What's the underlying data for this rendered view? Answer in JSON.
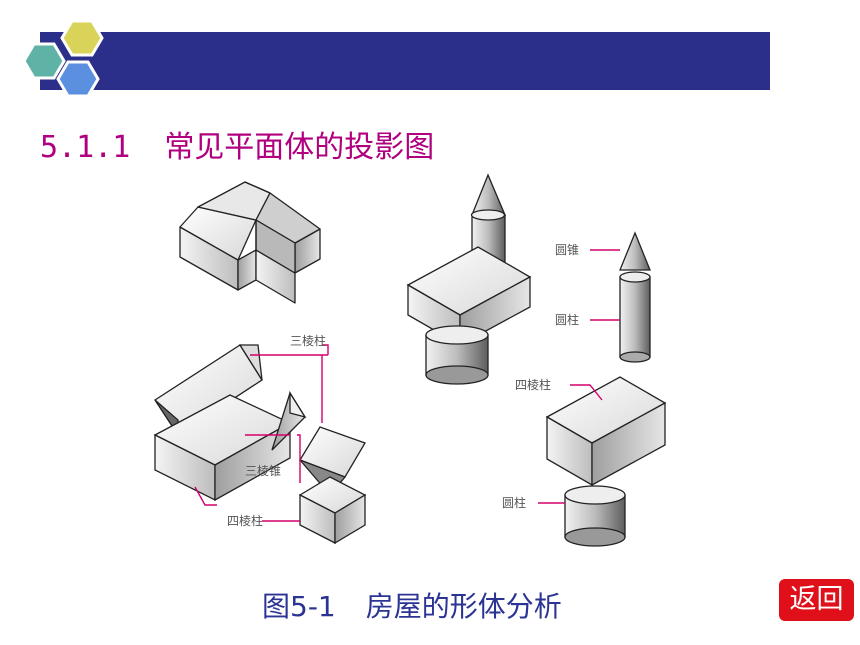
{
  "header": {
    "section_number": "5.1.1",
    "section_title": "常见平面体的投影图"
  },
  "figure": {
    "labels": {
      "triangular_prism": "三棱柱",
      "triangular_pyramid": "三棱锥",
      "rectangular_prism": "四棱柱",
      "cone": "圆锥",
      "cylinder_upper": "圆柱",
      "rectangular_prism_right": "四棱柱",
      "cylinder_lower": "圆柱"
    },
    "leader_color": "#d4006a"
  },
  "caption": {
    "number": "图5-1",
    "title": "房屋的形体分析"
  },
  "back_button": {
    "label": "返回",
    "color": "#e0101a"
  },
  "colors": {
    "header_bar": "#2b2f8a",
    "hex_yellow": "#d9d35a",
    "hex_teal": "#5fb3a6",
    "hex_blue": "#5b8fe0"
  }
}
